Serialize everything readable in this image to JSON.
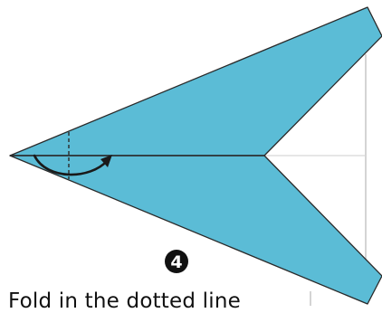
{
  "diagram": {
    "step_number": "4",
    "instruction": "Fold in the dotted line",
    "colors": {
      "paper": "#5bbcd6",
      "outline": "#2a2a2a",
      "crease": "#c9c9c9",
      "badge": "#111111",
      "badge_text": "#ffffff"
    },
    "icons": [
      "fold-arrow-icon",
      "step-number-badge"
    ]
  }
}
